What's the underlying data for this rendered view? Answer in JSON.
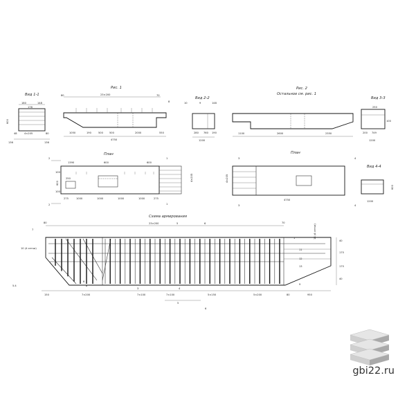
{
  "watermark": {
    "site": "gbi22.ru",
    "logo_icon": "stacked-slabs-icon",
    "colors": {
      "top": "#e6e6e6",
      "front": "#cfcfcf",
      "side": "#a9a9a9"
    }
  },
  "drawing": {
    "line_color": "#333333",
    "views": {
      "view_1_1": "Вид 1-1",
      "fig_1": "Рис. 1",
      "view_2_2": "Вид 2-2",
      "fig_2": "Рис. 2",
      "fig_2_note": "Остальное см. рис. 1",
      "view_3_3": "Вид 3-3",
      "plan_1": "План",
      "plan_2": "План",
      "view_4_4": "Вид 4-4",
      "rebar_scheme": "Схема армирования"
    },
    "dims": {
      "v11_w": "176",
      "v11_top1": "180",
      "v11_top2": "148",
      "v11_side": "600",
      "v11_b1": "48",
      "v11_b2": "4×205",
      "v11_b3": "80",
      "v11_bot_l": "136",
      "v11_bot_r": "136",
      "f1_left": "80",
      "f1_top": "23×200",
      "f1_right": "70",
      "f1_a": "1050",
      "f1_b": "190",
      "f1_c": "500",
      "f1_d": "500",
      "f1_e": "2000",
      "f1_f": "550",
      "f1_total": "4750",
      "f1_mark": "8",
      "v22_a": "10",
      "v22_b": "9",
      "v22_c": "148",
      "v22_d": "280",
      "v22_e": "760",
      "v22_f": "190",
      "v22_total": "1200",
      "f2_a": "1100",
      "f2_b": "2600",
      "f2_c": "2350",
      "v33_a": "250",
      "v33_b": "749",
      "v33_c": "200",
      "v33_total": "1200",
      "v33_side": "100",
      "p1_a": "1390",
      "p1_b": "600",
      "p1_c": "600",
      "p1_d": "250",
      "p1_e": "275",
      "p1_f": "1000",
      "p1_g": "1000",
      "p1_h": "1000",
      "p1_i": "1000",
      "p1_j": "275",
      "p1_side1": "600",
      "p1_side2": "100",
      "p1_side3": "100",
      "p1_right": "4×205",
      "p1_sect": "1",
      "p1_sect_b": "1",
      "p1_2": "2",
      "p1_2b": "2",
      "p2_sect": "3",
      "p2_sect_b": "3",
      "p2_4": "4",
      "p2_4b": "4",
      "p2_total": "4750",
      "p2_side": "4×205",
      "v44_total": "1200",
      "v44_side": "600",
      "r_left": "80",
      "r_top": "23×200",
      "r_5": "5",
      "r_6": "6",
      "r_right": "70",
      "r_7": "7",
      "r_10": "10 (4 сетки)",
      "r_54": "5.4",
      "r_6a": "6",
      "r_8": "8",
      "r_3": "3",
      "r_4": "4",
      "r_1": "1",
      "r_11": "11",
      "r_12": "12",
      "r_13": "13",
      "r_9": "9",
      "r_14": "14 (4 сетки)",
      "r_b1": "150",
      "r_b2": "7×200",
      "r_b3": "7×100",
      "r_b4": "7×100",
      "r_b5": "5×150",
      "r_b6": "5×200",
      "r_b7": "80",
      "r_b8": "950",
      "r_5b": "5",
      "r_6b": "6",
      "r_s1": "40",
      "r_s2": "175",
      "r_s3": "175",
      "r_s4": "40"
    }
  }
}
